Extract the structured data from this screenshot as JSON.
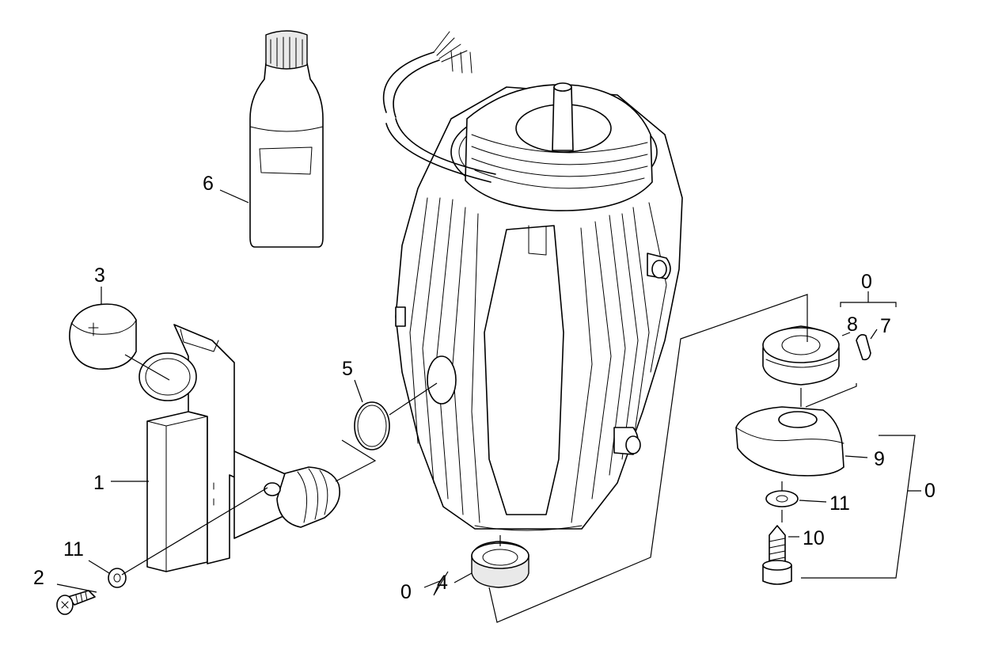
{
  "callouts": {
    "c1": "1",
    "c2": "2",
    "c3": "3",
    "c4": "4",
    "c5": "5",
    "c6": "6",
    "c7": "7",
    "c8": "8",
    "c9": "9",
    "c10": "10",
    "c11a": "11",
    "c11b": "11",
    "c0a": "0",
    "c0b": "0",
    "c0c": "0"
  },
  "colors": {
    "line": "#000000",
    "background": "#ffffff",
    "shade": "#e9e9e9"
  }
}
